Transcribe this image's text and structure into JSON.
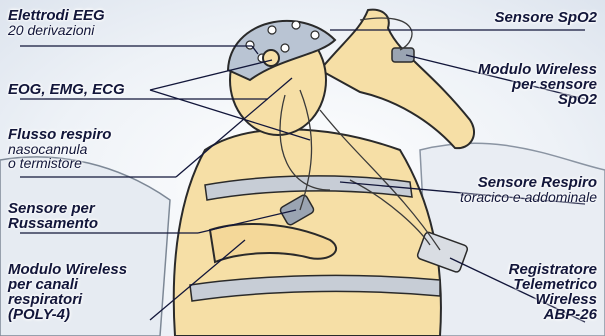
{
  "labels": {
    "eeg": {
      "title": "Elettrodi EEG",
      "sub": "20 derivazioni"
    },
    "eog": {
      "title": "EOG, EMG, ECG"
    },
    "flow": {
      "title": "Flusso respiro",
      "sub1": "nasocannula",
      "sub2": "o termistore"
    },
    "snore": {
      "line1": "Sensore per",
      "line2": "Russamento"
    },
    "module_l": {
      "line1": "Modulo Wireless",
      "line2": "per canali",
      "line3": "respiratori",
      "line4": "(POLY-4)"
    },
    "spo2": {
      "title": "Sensore SpO2"
    },
    "module_r": {
      "line1": "Modulo Wireless",
      "line2": "per sensore",
      "line3": "SpO2"
    },
    "resp": {
      "title": "Sensore Respiro",
      "sub": "toracico e addominale"
    },
    "recorder": {
      "line1": "Registratore",
      "line2": "Telemetrico",
      "line3": "Wireless",
      "line4": "ABP-26"
    }
  },
  "colors": {
    "label": "#12163a",
    "leader": "#12163a",
    "skin": "#f6dfa6",
    "outline": "#2a2a2a"
  }
}
